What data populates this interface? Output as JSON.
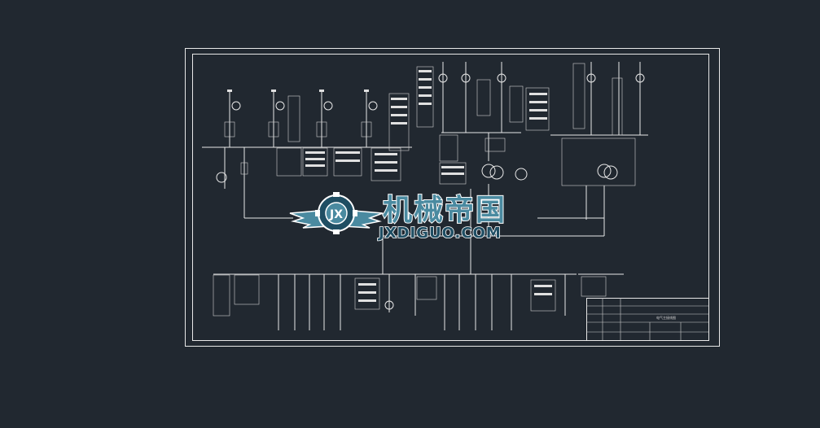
{
  "watermark": {
    "title_cn": "机械帝国",
    "domain": "JXDIGUO.COM",
    "emblem_letters": "JX"
  },
  "colors": {
    "background": "#212830",
    "line": "#e8e8e8",
    "watermark_fill": "#4a8aa0",
    "watermark_dark": "#1f4e63"
  },
  "title_block": {
    "drawing_name": "电气主接线图"
  }
}
